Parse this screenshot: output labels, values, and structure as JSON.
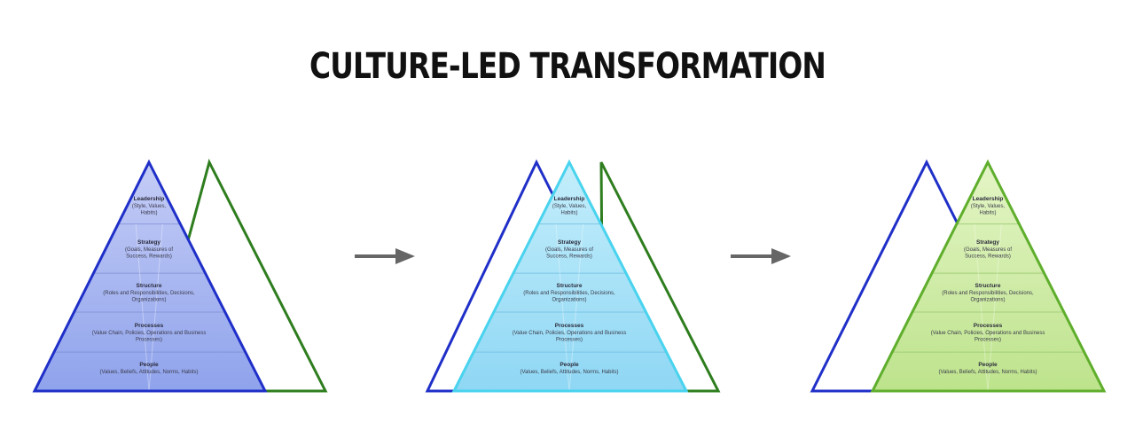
{
  "title": "CULTURE-LED TRANSFORMATION",
  "layers": [
    {
      "name": "Leadership",
      "sub": [
        "(Style, Values,",
        "Habits)"
      ]
    },
    {
      "name": "Strategy",
      "sub": [
        "(Goals, Measures of",
        "Success, Rewards)"
      ]
    },
    {
      "name": "Structure",
      "sub": [
        "(Roles and Responsibilities, Decisions,",
        "Organizations)"
      ]
    },
    {
      "name": "Processes",
      "sub": [
        "(Value Chain, Policies, Operations and Business",
        "Processes)"
      ]
    },
    {
      "name": "People",
      "sub": [
        "(Values, Beliefs, Attitudes, Norms, Habits)"
      ]
    }
  ],
  "colors": {
    "blue_outline": "#1f2fc8",
    "green_outline": "#2e7d1e",
    "cyan_outline": "#49d3ee",
    "lime_outline": "#5fae2c",
    "arrow": "#666666"
  },
  "arrows": [
    "arrow-right-icon",
    "arrow-right-icon"
  ]
}
